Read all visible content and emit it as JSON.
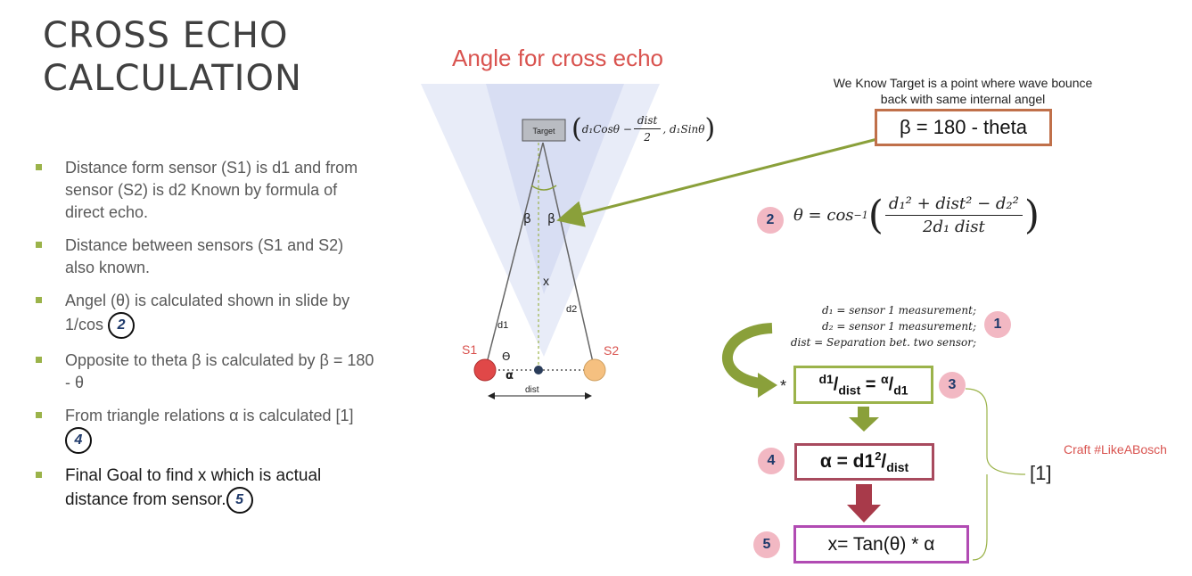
{
  "title_line1": "CROSS ECHO",
  "title_line2": "CALCULATION",
  "bullets": [
    {
      "text": "Distance form sensor (S1) is d1 and from sensor (S2) is d2 Known by formula of direct echo."
    },
    {
      "text": "Distance between sensors (S1 and S2) also known."
    },
    {
      "text": "Angel (θ) is calculated shown in slide by 1/cos",
      "badge": "2"
    },
    {
      "text": "Opposite to theta β is calculated by β = 180 - θ"
    },
    {
      "text": "From triangle relations α is calculated [1]",
      "badge": "4"
    },
    {
      "text": "Final Goal to find x which is actual distance from sensor.",
      "badge": "5"
    }
  ],
  "diagram": {
    "title": "Angle for cross echo",
    "target_label": "Target",
    "target_coord": {
      "open": "(",
      "p1": "d₁Cosθ −",
      "frac_num": "dist",
      "frac_den": "2",
      "p2": ", d₁Sinθ",
      "close": ")"
    },
    "beta_left": "β",
    "beta_right": "β",
    "x_label": "x",
    "d1_label": "d1",
    "d2_label": "d2",
    "s1_label": "S1",
    "s2_label": "S2",
    "theta_label": "ϴ",
    "alpha_label": "α",
    "dist_label": "dist"
  },
  "right": {
    "know_text": "We Know Target is a point where wave bounce back with same internal angel",
    "beta_formula": "β = 180 - theta",
    "theta_formula": {
      "lhs": "θ = cos",
      "exp": "−1",
      "open": "(",
      "num": "d₁² + dist² − d₂²",
      "den": "2d₁ dist",
      "close": ")"
    },
    "defs": [
      "d₁ = sensor 1 measurement;",
      "d₂ = sensor 1 measurement;",
      "dist = Separation bet. two sensor;"
    ],
    "ratio": {
      "a": "d1",
      "b": "dist",
      "eq": " = ",
      "c": "α",
      "d": "d1"
    },
    "slash": "/",
    "alpha": {
      "lhs": "α = d1",
      "sup": "2",
      "slash": "/",
      "sub": "dist"
    },
    "x_formula": "x= Tan(θ) * α",
    "star": "*",
    "badges": {
      "b1": "1",
      "b2": "2",
      "b3": "3",
      "b4": "4",
      "b5": "5"
    },
    "bracket_label": "[1]",
    "craft": "Craft #LikeABosch"
  },
  "colors": {
    "accent_green": "#9bb34a",
    "arrow_green": "#8aa03a",
    "arrow_red": "#a83a4a",
    "title_red": "#d9534f",
    "s1_red": "#e04848",
    "s2_orange": "#f5c080",
    "badge_pink": "#f2b8c3"
  }
}
